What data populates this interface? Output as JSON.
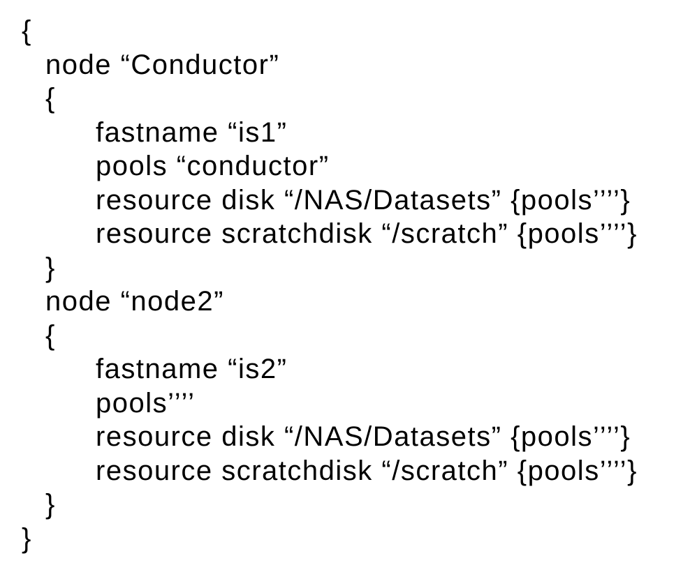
{
  "page": {
    "background_color": "#ffffff",
    "text_color": "#000000"
  },
  "code": {
    "lines": [
      {
        "indent": 0,
        "text": "{"
      },
      {
        "indent": 1,
        "text": "node “Conductor”"
      },
      {
        "indent": 1,
        "text": "{"
      },
      {
        "indent": 2,
        "text": "fastname “is1”"
      },
      {
        "indent": 2,
        "text": "pools “conductor”"
      },
      {
        "indent": 2,
        "text": "resource disk “/NAS/Datasets” {pools’’’’}"
      },
      {
        "indent": 2,
        "text": "resource scratchdisk “/scratch” {pools’’’’}"
      },
      {
        "indent": 1,
        "text": "}"
      },
      {
        "indent": 1,
        "text": "node “node2”"
      },
      {
        "indent": 1,
        "text": "{"
      },
      {
        "indent": 2,
        "text": "fastname “is2”"
      },
      {
        "indent": 2,
        "text": "pools’’’’"
      },
      {
        "indent": 2,
        "text": "resource disk “/NAS/Datasets” {pools’’’’}"
      },
      {
        "indent": 2,
        "text": "resource scratchdisk “/scratch” {pools’’’’}"
      },
      {
        "indent": 1,
        "text": "}"
      },
      {
        "indent": 0,
        "text": "}"
      }
    ]
  }
}
